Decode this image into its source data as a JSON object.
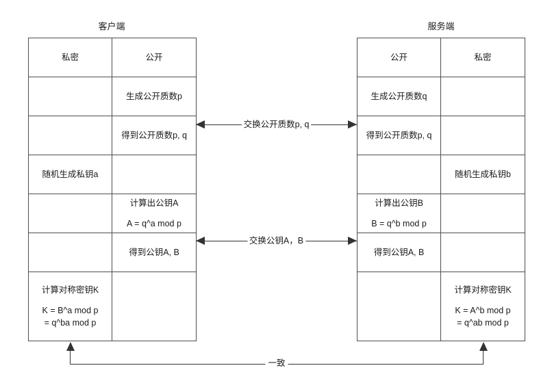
{
  "diagram": {
    "title_client": "客户端",
    "title_server": "服务端",
    "client": {
      "headers": {
        "private": "私密",
        "public": "公开"
      },
      "rows": [
        {
          "private": "",
          "public": "生成公开质数p"
        },
        {
          "private": "",
          "public": "得到公开质数p, q"
        },
        {
          "private": "随机生成私钥a",
          "public": ""
        },
        {
          "private": "",
          "public": "计算出公钥A",
          "public_formula": "A = q^a mod p"
        },
        {
          "private": "",
          "public": "得到公钥A, B"
        },
        {
          "private": "计算对称密钥K",
          "private_formula_1": "K = B^a mod p",
          "private_formula_2": "= q^ba mod p",
          "public": ""
        }
      ]
    },
    "server": {
      "headers": {
        "public": "公开",
        "private": "私密"
      },
      "rows": [
        {
          "public": "生成公开质数q",
          "private": ""
        },
        {
          "public": "得到公开质数p, q",
          "private": ""
        },
        {
          "public": "",
          "private": "随机生成私钥b"
        },
        {
          "public": "计算出公钥B",
          "public_formula": "B = q^b mod p",
          "private": ""
        },
        {
          "public": "得到公钥A, B",
          "private": ""
        },
        {
          "public": "",
          "private": "计算对称密钥K",
          "private_formula_1": "K = A^b mod p",
          "private_formula_2": "= q^ab mod p"
        }
      ]
    },
    "arrows": {
      "exchange_primes": "交换公开质数p, q",
      "exchange_keys": "交换公钥A，B",
      "consistency": "一致"
    },
    "colors": {
      "line": "#4d4d4d",
      "arrow": "#333333",
      "text": "#1a1a1a",
      "background": "#ffffff"
    }
  }
}
